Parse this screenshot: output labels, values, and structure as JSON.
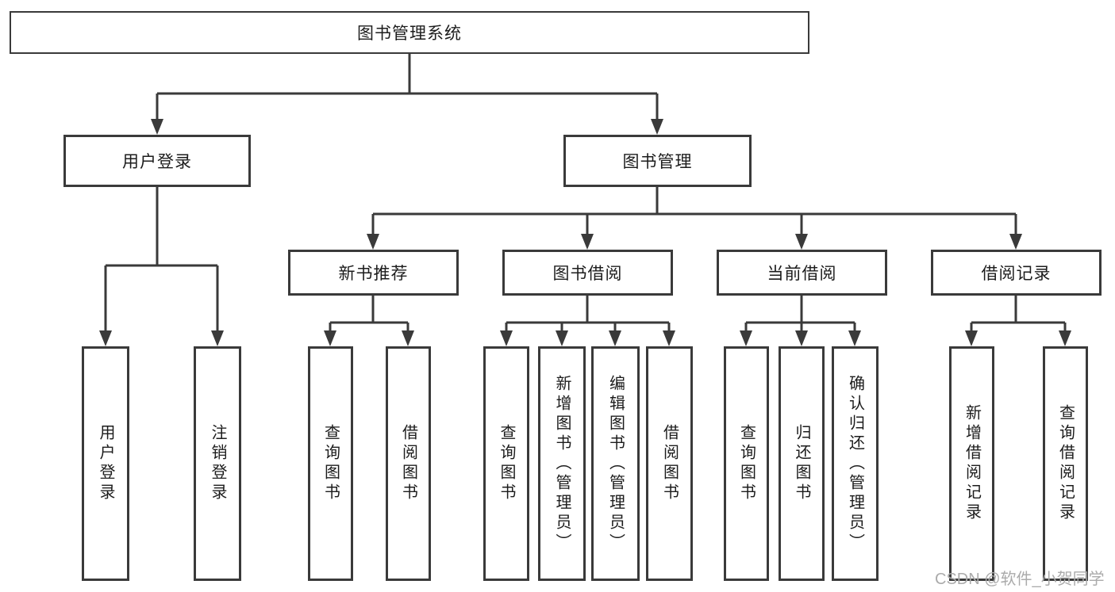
{
  "diagram": {
    "root": {
      "label": "图书管理系统"
    },
    "level2": [
      {
        "label": "用户登录"
      },
      {
        "label": "图书管理"
      }
    ],
    "level3": [
      {
        "label": "新书推荐"
      },
      {
        "label": "图书借阅"
      },
      {
        "label": "当前借阅"
      },
      {
        "label": "借阅记录"
      }
    ],
    "leaves": [
      {
        "label": "用户登录"
      },
      {
        "label": "注销登录"
      },
      {
        "label": "查询图书"
      },
      {
        "label": "借阅图书"
      },
      {
        "label": "查询图书"
      },
      {
        "label": "新增图书（管理员）"
      },
      {
        "label": "编辑图书（管理员）"
      },
      {
        "label": "借阅图书"
      },
      {
        "label": "查询图书"
      },
      {
        "label": "归还图书"
      },
      {
        "label": "确认归还（管理员）"
      },
      {
        "label": "新增借阅记录"
      },
      {
        "label": "查询借阅记录"
      }
    ]
  },
  "watermark": {
    "text": "CSDN @软件_小贺同学"
  },
  "colors": {
    "line": "#3a3a3a",
    "text": "#1c1c1c",
    "background": "#ffffff",
    "watermark": "#ababab"
  }
}
